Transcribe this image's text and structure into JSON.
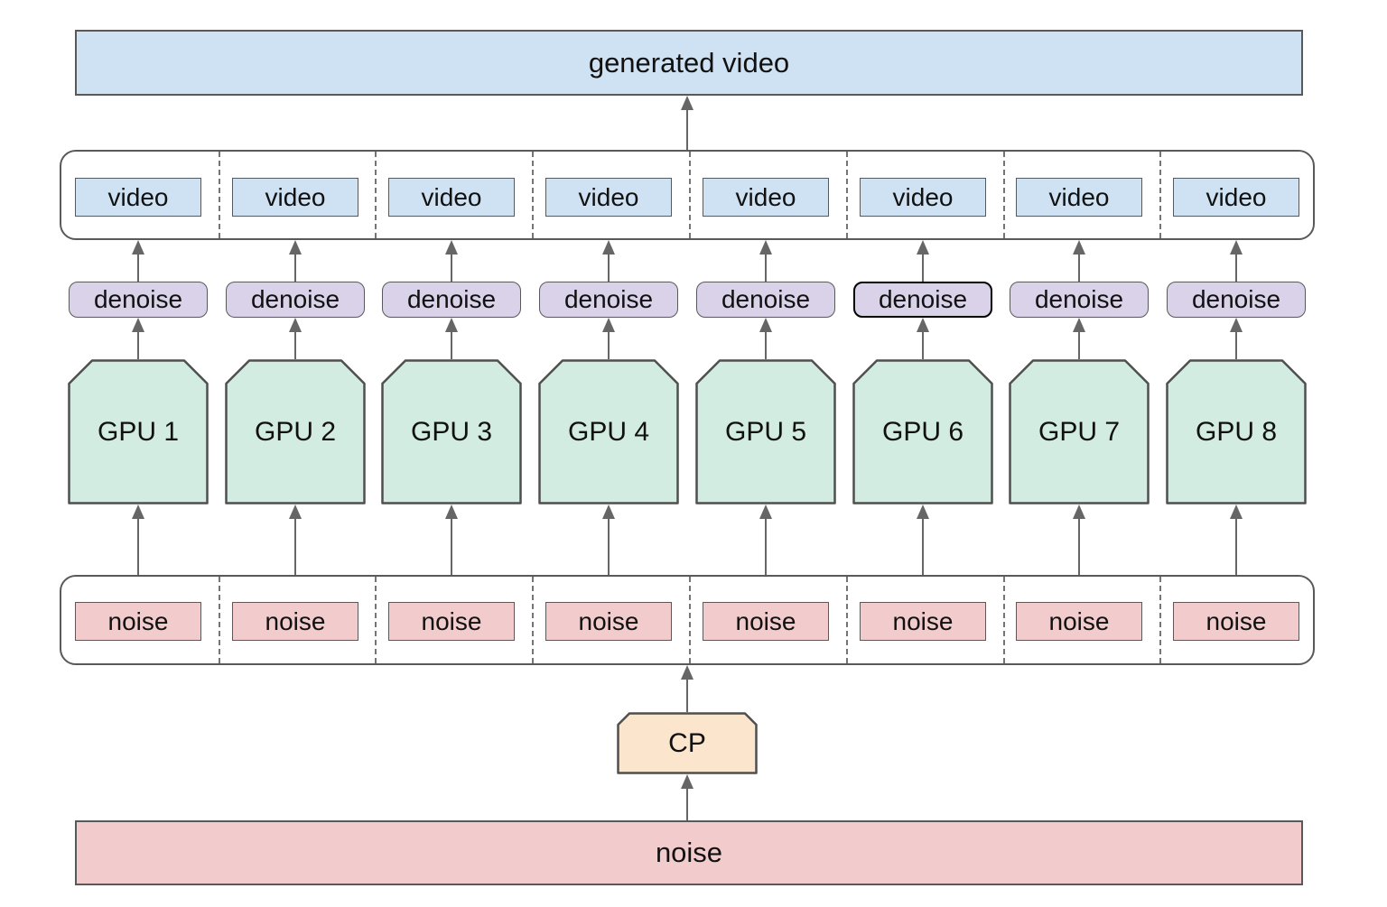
{
  "diagram": {
    "generated_video_label": "generated video",
    "noise_source_label": "noise",
    "cp_label": "CP",
    "columns": [
      {
        "video_label": "video",
        "denoise_label": "denoise",
        "gpu_label": "GPU 1",
        "noise_label": "noise",
        "denoise_highlighted": false
      },
      {
        "video_label": "video",
        "denoise_label": "denoise",
        "gpu_label": "GPU 2",
        "noise_label": "noise",
        "denoise_highlighted": false
      },
      {
        "video_label": "video",
        "denoise_label": "denoise",
        "gpu_label": "GPU 3",
        "noise_label": "noise",
        "denoise_highlighted": false
      },
      {
        "video_label": "video",
        "denoise_label": "denoise",
        "gpu_label": "GPU 4",
        "noise_label": "noise",
        "denoise_highlighted": false
      },
      {
        "video_label": "video",
        "denoise_label": "denoise",
        "gpu_label": "GPU 5",
        "noise_label": "noise",
        "denoise_highlighted": false
      },
      {
        "video_label": "video",
        "denoise_label": "denoise",
        "gpu_label": "GPU 6",
        "noise_label": "noise",
        "denoise_highlighted": true
      },
      {
        "video_label": "video",
        "denoise_label": "denoise",
        "gpu_label": "GPU 7",
        "noise_label": "noise",
        "denoise_highlighted": false
      },
      {
        "video_label": "video",
        "denoise_label": "denoise",
        "gpu_label": "GPU 8",
        "noise_label": "noise",
        "denoise_highlighted": false
      }
    ],
    "colors": {
      "canvas_bg": "#ffffff",
      "video_fill": "#cfe2f3",
      "denoise_fill": "#d9d2e9",
      "gpu_fill": "#d2ece1",
      "noise_fill": "#f2cccc",
      "cp_fill": "#fce5cd",
      "container_border": "#595959",
      "box_border": "#595959",
      "shape_border": "#4f4f4f",
      "separator_color": "#757575",
      "arrow_color": "#666666",
      "highlight_border": "#000000",
      "text_color": "#111111"
    }
  }
}
